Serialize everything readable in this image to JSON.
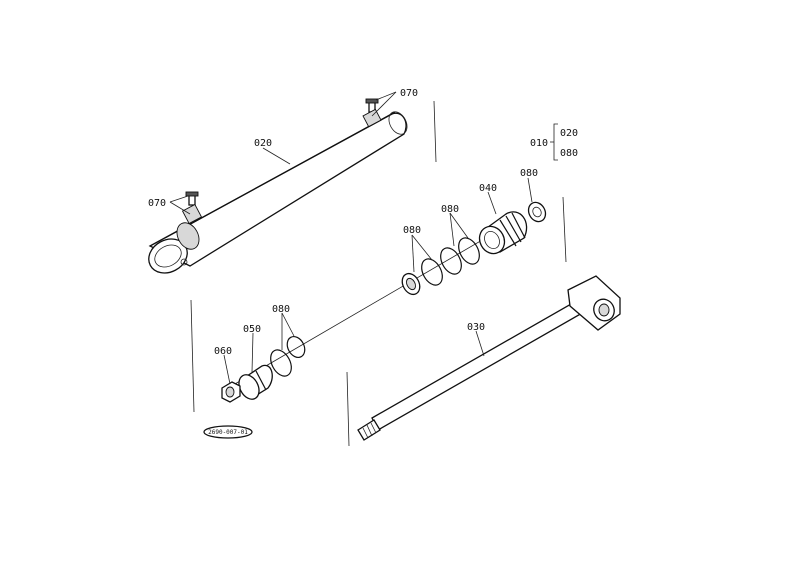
{
  "callouts": {
    "c070_top": "070",
    "c070_left": "070",
    "c020_tube": "020",
    "c010": "010",
    "c020_group": "020",
    "c080_group": "080",
    "c080_washer": "080",
    "c040": "040",
    "c080_ring_a": "080",
    "c080_ring_b": "080",
    "c030": "030",
    "c080_lower": "080",
    "c050": "050",
    "c060": "060"
  },
  "drawing_id": "2690-007-01"
}
